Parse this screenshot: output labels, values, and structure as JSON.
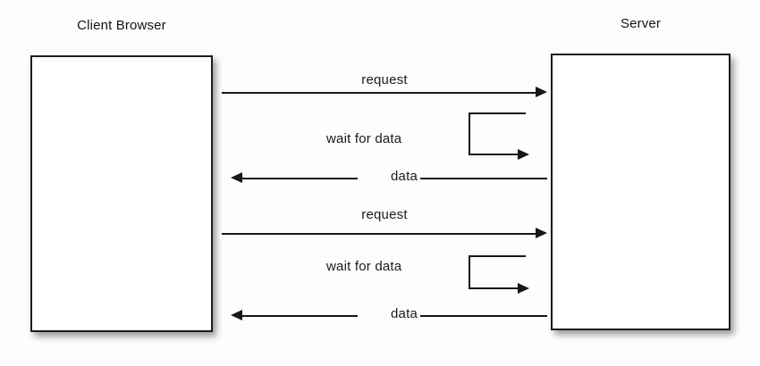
{
  "diagram": {
    "type": "sequence-diagram",
    "title": "HTTP polling sequence between client browser and server",
    "background_color": "#fdfdfd",
    "line_color": "#17181a",
    "box_fill": "#ffffff",
    "box_border": "#1c1c1c",
    "participants": [
      {
        "id": "client",
        "label": "Client Browser"
      },
      {
        "id": "server",
        "label": "Server"
      }
    ],
    "messages": [
      {
        "id": "m1",
        "label": "request",
        "from": "client",
        "to": "server",
        "direction": "right",
        "kind": "arrow"
      },
      {
        "id": "m2",
        "label": "wait for data",
        "from": "server",
        "to": "server",
        "direction": "self",
        "kind": "self-loop"
      },
      {
        "id": "m3",
        "label": "data",
        "from": "server",
        "to": "client",
        "direction": "left",
        "kind": "arrow"
      },
      {
        "id": "m4",
        "label": "request",
        "from": "client",
        "to": "server",
        "direction": "right",
        "kind": "arrow"
      },
      {
        "id": "m5",
        "label": "wait for data",
        "from": "server",
        "to": "server",
        "direction": "self",
        "kind": "self-loop"
      },
      {
        "id": "m6",
        "label": "data",
        "from": "server",
        "to": "client",
        "direction": "left",
        "kind": "arrow"
      }
    ]
  }
}
